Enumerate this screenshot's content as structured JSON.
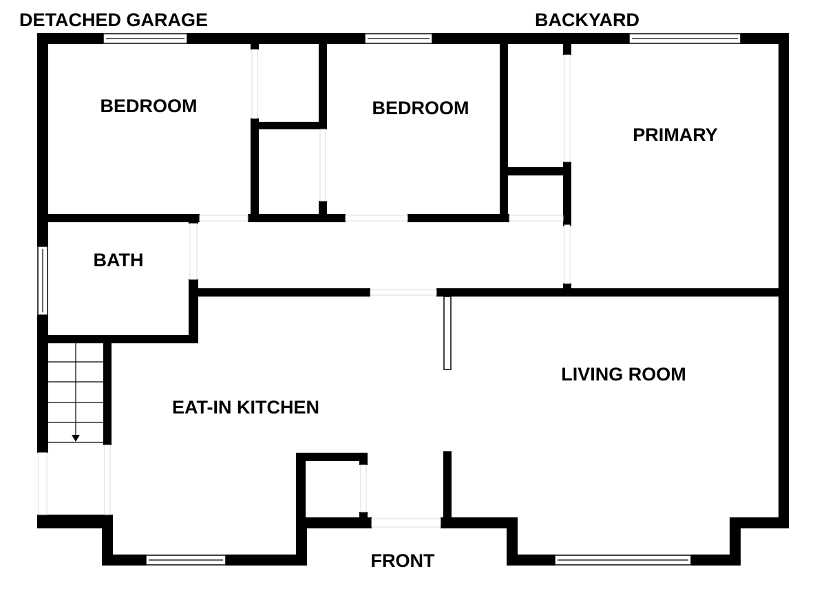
{
  "labels": {
    "garage": "DETACHED GARAGE",
    "backyard": "BACKYARD",
    "bedroom1": "BEDROOM",
    "bedroom2": "BEDROOM",
    "primary": "PRIMARY",
    "bath": "BATH",
    "kitchen": "EAT-IN KITCHEN",
    "living": "LIVING ROOM",
    "front": "FRONT"
  },
  "colors": {
    "wall": "#000000",
    "background": "#ffffff"
  },
  "icons": {
    "stairs_direction": "arrow-down-icon"
  }
}
